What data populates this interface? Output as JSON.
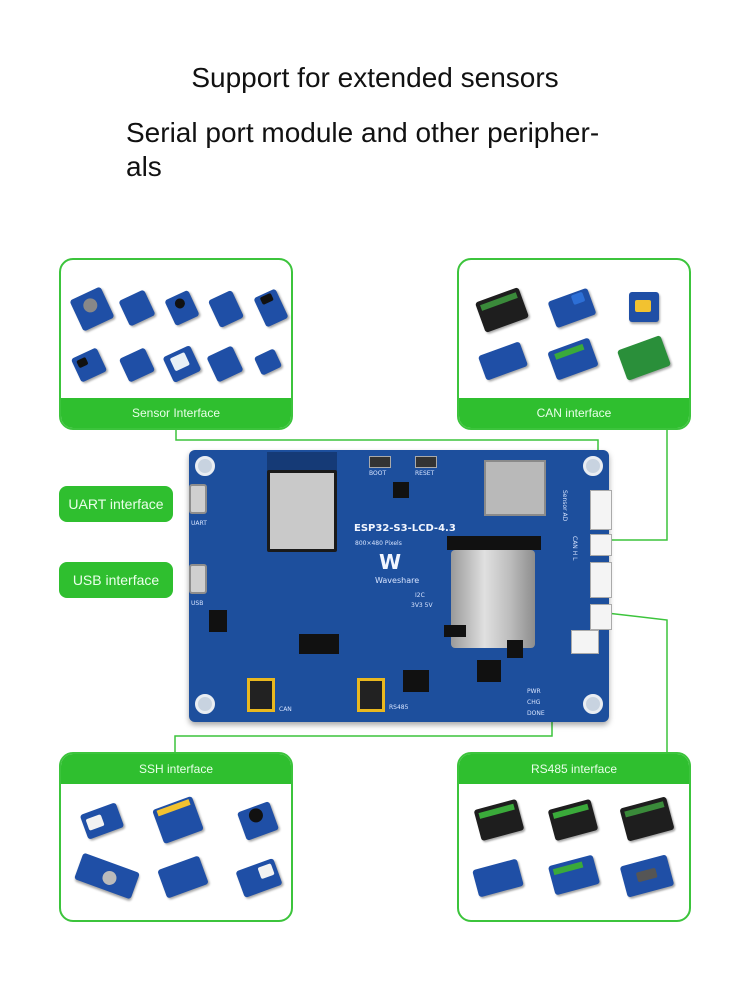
{
  "heading": {
    "title": "Support for extended sensors",
    "subtitle_line1": "Serial port module and other peripher-",
    "subtitle_line2": "als"
  },
  "panels": {
    "sensor": "Sensor Interface",
    "can": "CAN interface",
    "ssh": "SSH interface",
    "rs485": "RS485 interface"
  },
  "side_buttons": {
    "uart": "UART interface",
    "usb": "USB interface"
  },
  "board": {
    "model": "ESP32-S3-LCD-4.3",
    "resolution": "800×480 Pixels",
    "brand": "Waveshare",
    "boot": "BOOT",
    "reset": "RESET",
    "uart_silk": "UART",
    "usb_silk": "USB",
    "can_silk": "CAN",
    "rs485_silk": "RS485",
    "i2c_silk": "I2C",
    "voltage_silk": "3V3 5V",
    "pwr": "PWR",
    "chg": "CHG",
    "done": "DONE",
    "sensor_ad": "Sensor AD",
    "can_hl": "CAN H L"
  },
  "colors": {
    "accent_green": "#2fbf2f",
    "board_blue": "#1d4f9d"
  }
}
